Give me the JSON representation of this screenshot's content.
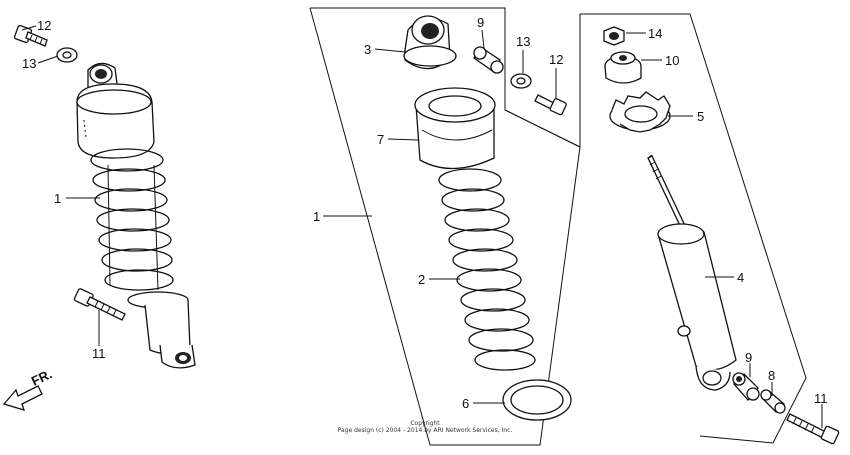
{
  "callouts": {
    "c12_left": "12",
    "c13_left": "13",
    "c1_left": "1",
    "c11_left": "11",
    "c3": "3",
    "c9_top": "9",
    "c13_mid": "13",
    "c12_mid": "12",
    "c7": "7",
    "c1_mid": "1",
    "c2": "2",
    "c6": "6",
    "c14": "14",
    "c10": "10",
    "c5": "5",
    "c4": "4",
    "c9_bottom": "9",
    "c8": "8",
    "c11_right": "11"
  },
  "direction_label": "FR.",
  "copyright": {
    "line1": "Copyright",
    "line2": "Page design (c) 2004 - 2014 by ARI Network Services, Inc."
  }
}
